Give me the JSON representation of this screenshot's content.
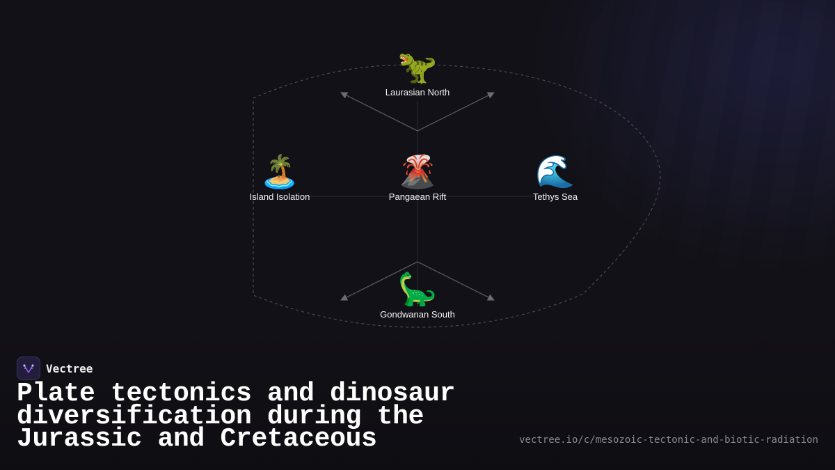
{
  "diagram": {
    "nodes": [
      {
        "id": "laurasian",
        "icon": "t-rex-icon",
        "emoji": "🦖",
        "label": "Laurasian North"
      },
      {
        "id": "island",
        "icon": "desert-island-icon",
        "emoji": "🏝️",
        "label": "Island Isolation"
      },
      {
        "id": "pangaea",
        "icon": "volcano-icon",
        "emoji": "🌋",
        "label": "Pangaean Rift"
      },
      {
        "id": "tethys",
        "icon": "wave-icon",
        "emoji": "🌊",
        "label": "Tethys Sea"
      },
      {
        "id": "gondwana",
        "icon": "sauropod-icon",
        "emoji": "🦕",
        "label": "Gondwanan South"
      }
    ]
  },
  "brand": {
    "name": "Vectree",
    "icon": "vectree-logo-icon",
    "accent": "#8b5cf6"
  },
  "title": "Plate tectonics and dinosaur diversification during the Jurassic and Cretaceous",
  "url": "vectree.io/c/mesozoic-tectonic-and-biotic-radiation",
  "colors": {
    "background": "#121117",
    "line": "#55555c",
    "arrow": "#6b6b72",
    "text": "#ffffff",
    "muted": "#8a8a93"
  }
}
